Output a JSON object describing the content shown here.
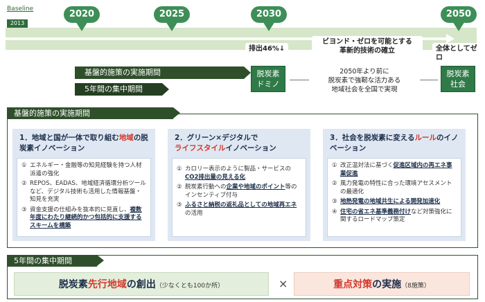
{
  "timeline": {
    "baseline_label": "Baseline",
    "start_year": "2013",
    "years": [
      "2020",
      "2025",
      "2030",
      "2050"
    ],
    "label_2030": "排出46%↓",
    "label_innovation_line1": "ビヨンド・ゼロを可能とする",
    "label_innovation_line2": "革新的技術の確立",
    "label_2050": "全体としてゼロ",
    "phase1": "基盤的施策の実施期間",
    "phase2": "5年間の集中期間",
    "domino_line1": "脱炭素",
    "domino_line2": "ドミノ",
    "mid_line1": "2050年より前に",
    "mid_line2": "脱炭素で強靭な活力ある",
    "mid_line3": "地域社会を全国で実現",
    "society_line1": "脱炭素",
    "society_line2": "社会"
  },
  "section1": {
    "title": "基盤的施策の実施期間",
    "columns": [
      {
        "title_pre": "1．地域と国が一体で取り組む",
        "title_red": "地域",
        "title_post": "の脱炭素イノベーション",
        "items": [
          {
            "num": "①",
            "pre": "エネルギー・金融等の知見経験を持つ人材派遣の強化",
            "em": "",
            "post": ""
          },
          {
            "num": "②",
            "pre": "REPOS、EADAS、地域経済循環分析ツールなど、デジタル技術も活用した情報基盤・知見を充実",
            "em": "",
            "post": ""
          },
          {
            "num": "③",
            "pre": "資金支援の仕組みを抜本的に見直し、",
            "em": "複数年度にわたり継続的かつ包括的に支援するスキームを構築",
            "post": ""
          }
        ]
      },
      {
        "title_pre": "2．グリーン×デジタルで",
        "title_red": "ライフスタイル",
        "title_post": "イノベーション",
        "items": [
          {
            "num": "①",
            "pre": "カロリー表示のように製品・サービスの",
            "em": "CO2排出量の見える化",
            "post": ""
          },
          {
            "num": "②",
            "pre": "脱炭素行動への",
            "em": "企業や地域のポイント",
            "post": "等のインセンティブ付与"
          },
          {
            "num": "③",
            "pre": "",
            "em": "ふるさと納税の返礼品としての地域再エネ",
            "post": "の活用"
          }
        ]
      },
      {
        "title_pre": "3．社会を脱炭素に変える",
        "title_red": "ルール",
        "title_post": "のイノベーション",
        "items": [
          {
            "num": "①",
            "pre": "改正温対法に基づく",
            "em": "促進区域内の再エネ事業促進",
            "post": ""
          },
          {
            "num": "②",
            "pre": "風力発電の特性に合った環境アセスメントの最適化",
            "em": "",
            "post": ""
          },
          {
            "num": "③",
            "pre": "",
            "em": "地熱発電の地域共生による開発加速化",
            "post": ""
          },
          {
            "num": "④",
            "pre": "",
            "em": "住宅の省エネ基準義務付け",
            "post": "など対策強化に関するロードマップ策定"
          }
        ]
      }
    ]
  },
  "section2": {
    "title": "5年間の集中期間",
    "left_pre": "脱炭素",
    "left_red": "先行地域",
    "left_post": "の創出",
    "left_small": "（少なくとも100か所）",
    "times": "×",
    "right_red": "重点対策",
    "right_post": "の実施",
    "right_small": "（8施策）"
  }
}
